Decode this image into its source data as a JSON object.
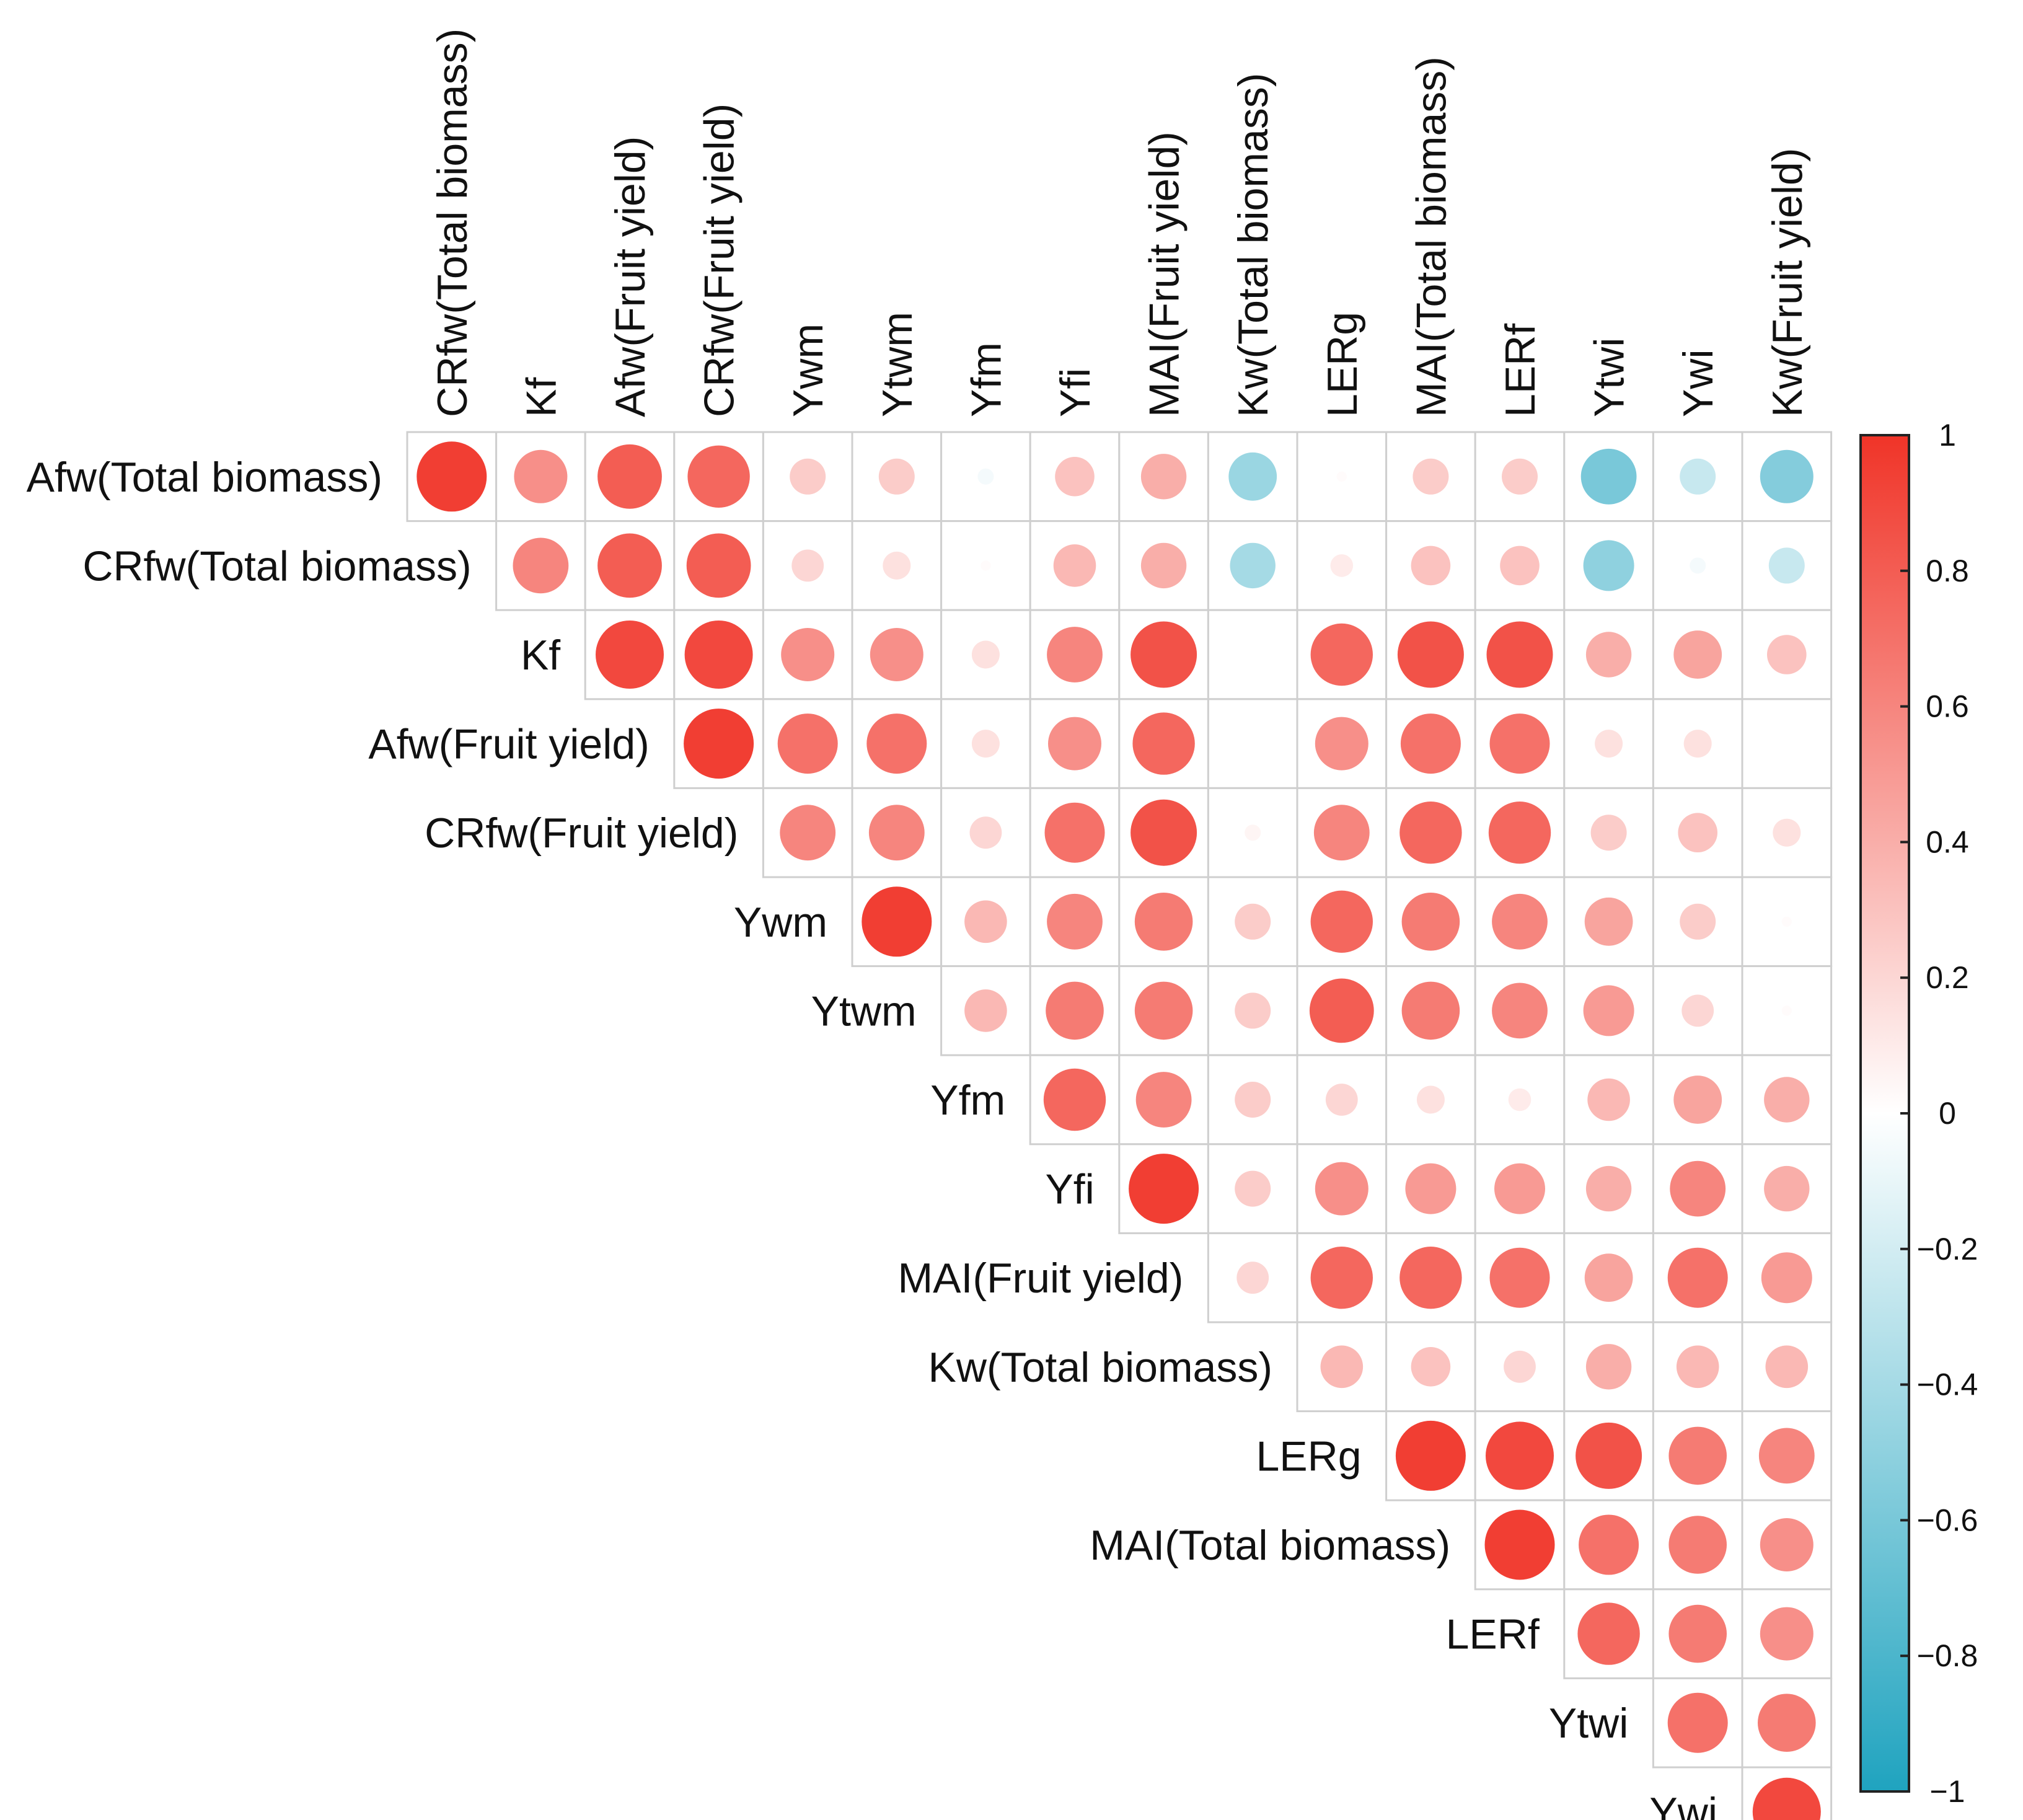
{
  "chart_data": {
    "type": "heatmap",
    "style": "circle correlogram, upper triangle",
    "columns": [
      "CRfw(Total biomass)",
      "Kf",
      "Afw(Fruit yield)",
      "CRfw(Fruit yield)",
      "Ywm",
      "Ytwm",
      "Yfm",
      "Yfi",
      "MAI(Fruit yield)",
      "Kw(Total biomass)",
      "LERg",
      "MAI(Total biomass)",
      "LERf",
      "Ytwi",
      "Ywi",
      "Kw(Fruit yield)"
    ],
    "rows": [
      "Afw(Total biomass)",
      "CRfw(Total biomass)",
      "Kf",
      "Afw(Fruit yield)",
      "CRfw(Fruit yield)",
      "Ywm",
      "Ytwm",
      "Yfm",
      "Yfi",
      "MAI(Fruit yield)",
      "Kw(Total biomass)",
      "LERg",
      "MAI(Total biomass)",
      "LERf",
      "Ytwi",
      "Ywi"
    ],
    "values": [
      [
        0.95,
        0.55,
        0.8,
        0.75,
        0.25,
        0.25,
        -0.05,
        0.3,
        0.4,
        -0.45,
        0.02,
        0.25,
        0.25,
        -0.6,
        -0.25,
        -0.55
      ],
      [
        null,
        0.6,
        0.8,
        0.8,
        0.2,
        0.15,
        0.02,
        0.35,
        0.4,
        -0.4,
        0.1,
        0.3,
        0.3,
        -0.5,
        -0.05,
        -0.25
      ],
      [
        null,
        null,
        0.9,
        0.9,
        0.55,
        0.55,
        0.15,
        0.6,
        0.85,
        0.0,
        0.75,
        0.85,
        0.85,
        0.4,
        0.45,
        0.3
      ],
      [
        null,
        null,
        null,
        0.95,
        0.7,
        0.7,
        0.15,
        0.55,
        0.75,
        0.0,
        0.55,
        0.7,
        0.7,
        0.15,
        0.15,
        0.0
      ],
      [
        null,
        null,
        null,
        null,
        0.6,
        0.6,
        0.2,
        0.7,
        0.85,
        0.05,
        0.6,
        0.75,
        0.75,
        0.25,
        0.3,
        0.15
      ],
      [
        null,
        null,
        null,
        null,
        null,
        0.95,
        0.35,
        0.6,
        0.65,
        0.25,
        0.75,
        0.65,
        0.6,
        0.45,
        0.25,
        0.02
      ],
      [
        null,
        null,
        null,
        null,
        null,
        null,
        0.35,
        0.65,
        0.65,
        0.25,
        0.8,
        0.65,
        0.6,
        0.5,
        0.2,
        0.02
      ],
      [
        null,
        null,
        null,
        null,
        null,
        null,
        null,
        0.75,
        0.6,
        0.25,
        0.2,
        0.15,
        0.1,
        0.35,
        0.45,
        0.4
      ],
      [
        null,
        null,
        null,
        null,
        null,
        null,
        null,
        null,
        0.95,
        0.25,
        0.55,
        0.5,
        0.5,
        0.4,
        0.6,
        0.4
      ],
      [
        null,
        null,
        null,
        null,
        null,
        null,
        null,
        null,
        null,
        0.2,
        0.75,
        0.75,
        0.7,
        0.45,
        0.7,
        0.5
      ],
      [
        null,
        null,
        null,
        null,
        null,
        null,
        null,
        null,
        null,
        null,
        0.35,
        0.3,
        0.2,
        0.4,
        0.35,
        0.35
      ],
      [
        null,
        null,
        null,
        null,
        null,
        null,
        null,
        null,
        null,
        null,
        null,
        0.95,
        0.9,
        0.85,
        0.65,
        0.6
      ],
      [
        null,
        null,
        null,
        null,
        null,
        null,
        null,
        null,
        null,
        null,
        null,
        null,
        0.95,
        0.7,
        0.65,
        0.55
      ],
      [
        null,
        null,
        null,
        null,
        null,
        null,
        null,
        null,
        null,
        null,
        null,
        null,
        null,
        0.75,
        0.65,
        0.55
      ],
      [
        null,
        null,
        null,
        null,
        null,
        null,
        null,
        null,
        null,
        null,
        null,
        null,
        null,
        null,
        0.7,
        0.65
      ],
      [
        null,
        null,
        null,
        null,
        null,
        null,
        null,
        null,
        null,
        null,
        null,
        null,
        null,
        null,
        null,
        0.9
      ]
    ],
    "colorbar": {
      "range": [
        -1,
        1
      ],
      "ticks": [
        "1",
        "0.8",
        "0.6",
        "0.4",
        "0.2",
        "0",
        "−0.2",
        "−0.4",
        "−0.6",
        "−0.8",
        "−1"
      ],
      "colors": {
        "high": "#f03428",
        "mid": "#ffffff",
        "low": "#1fa3bf"
      }
    },
    "grid": true,
    "legend": "right"
  }
}
